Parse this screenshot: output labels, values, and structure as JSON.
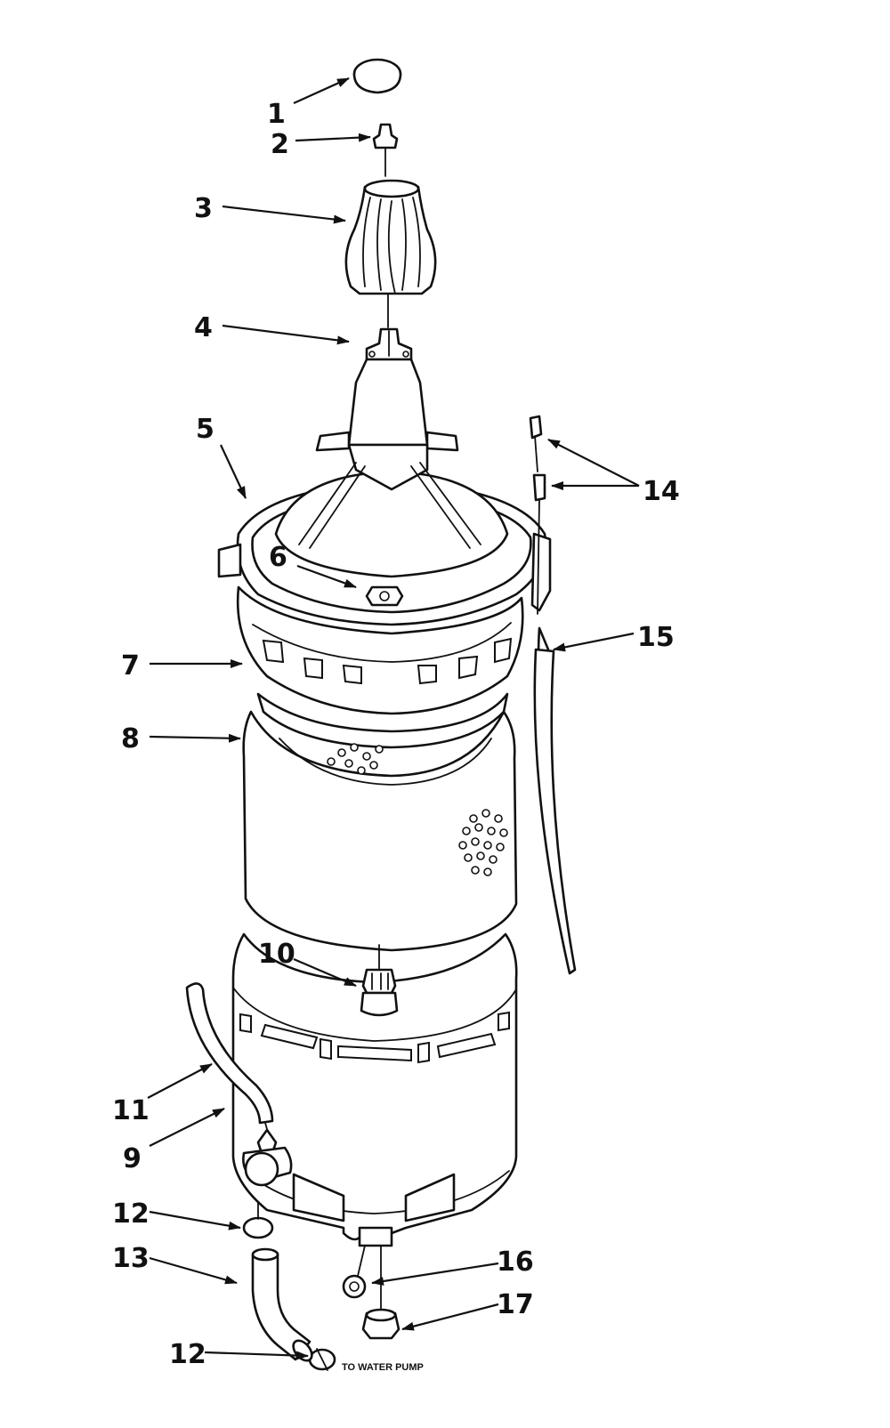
{
  "diagram": {
    "callouts": [
      {
        "id": "c1",
        "label": "1"
      },
      {
        "id": "c2",
        "label": "2"
      },
      {
        "id": "c3",
        "label": "3"
      },
      {
        "id": "c4",
        "label": "4"
      },
      {
        "id": "c5",
        "label": "5"
      },
      {
        "id": "c6",
        "label": "6"
      },
      {
        "id": "c7",
        "label": "7"
      },
      {
        "id": "c8",
        "label": "8"
      },
      {
        "id": "c9",
        "label": "9"
      },
      {
        "id": "c10",
        "label": "10"
      },
      {
        "id": "c11",
        "label": "11"
      },
      {
        "id": "c12a",
        "label": "12"
      },
      {
        "id": "c12b",
        "label": "12"
      },
      {
        "id": "c13",
        "label": "13"
      },
      {
        "id": "c14",
        "label": "14"
      },
      {
        "id": "c15",
        "label": "15"
      },
      {
        "id": "c16",
        "label": "16"
      },
      {
        "id": "c17",
        "label": "17"
      }
    ],
    "pump_note": "TO WATER PUMP"
  }
}
